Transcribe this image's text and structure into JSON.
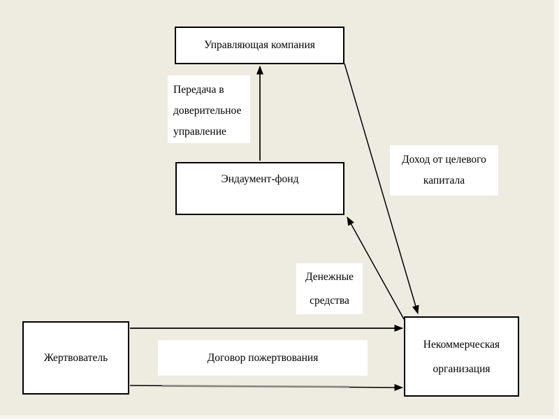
{
  "diagram": {
    "description": "Endowment fund money flow scheme",
    "background_color": "#EEEBE1",
    "box_border_color": "#000000",
    "arrow_color": "#000000",
    "nodes": {
      "management": {
        "label": "Управляющая компания"
      },
      "endowment": {
        "label": "Эндаумент-фонд"
      },
      "donor": {
        "label": "Жертвователь"
      },
      "npo": {
        "lines": [
          "Некоммерческая",
          "организация"
        ]
      }
    },
    "edge_labels": {
      "transfer": {
        "lines": [
          "Передача в",
          "доверительное",
          "управление"
        ]
      },
      "income": {
        "lines": [
          "Доход от целевого",
          "капитала"
        ]
      },
      "cash": {
        "lines": [
          "Денежные",
          "средства"
        ]
      },
      "agreement": {
        "label": "Договор пожертвования"
      }
    },
    "edges": [
      {
        "from": "endowment",
        "to": "management",
        "label": "Передача в доверительное управление"
      },
      {
        "from": "management",
        "to": "npo",
        "label": "Доход от целевого капитала"
      },
      {
        "from": "npo",
        "to": "endowment",
        "label": "Денежные средства"
      },
      {
        "from": "donor",
        "to": "npo",
        "label": "Договор пожертвования"
      },
      {
        "from": "donor",
        "to": "npo",
        "label": ""
      }
    ]
  }
}
